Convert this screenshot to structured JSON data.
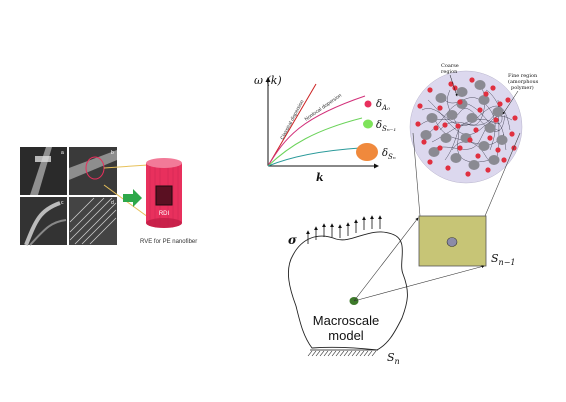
{
  "left_panel": {
    "sem_panel_labels": [
      "a",
      "b",
      "c",
      "d"
    ],
    "arrow_color": "#2ea84a",
    "fiber_color": "#e8305d",
    "rdi_label": "RDI",
    "caption": "RVE for PE nanofiber"
  },
  "dispersion_plot": {
    "y_axis_label": "ω (k)",
    "x_axis_label": "k",
    "curve_labels": [
      "Classical dispersion",
      "Nonlocal dispersion"
    ],
    "markers": [
      {
        "label": "δ",
        "subscript": "A₀",
        "color": "#e8305d"
      },
      {
        "label": "δ",
        "subscript": "Sₙ₋₁",
        "color": "#7ee35a"
      },
      {
        "label": "δ",
        "subscript": "Sₙ",
        "color": "#f0893c"
      }
    ]
  },
  "microstructure": {
    "coarse_label_line1": "Coarse",
    "coarse_label_line2": "region",
    "fine_label_line1": "Fine region",
    "fine_label_line2": "(amorphous",
    "fine_label_line3": "polymer)",
    "background_color": "#dcd8ee",
    "particle_color": "#e03040",
    "grain_color": "#8a8a92"
  },
  "rve_box": {
    "label": "S",
    "subscript": "n−1",
    "fill_color": "#c7c576",
    "dot_color": "#8c8ca8"
  },
  "macro": {
    "stress_label": "σ",
    "model_line1": "Macroscale",
    "model_line2": "model",
    "boundary_label": "S",
    "boundary_subscript": "n",
    "point_color": "#3d7a2a"
  }
}
